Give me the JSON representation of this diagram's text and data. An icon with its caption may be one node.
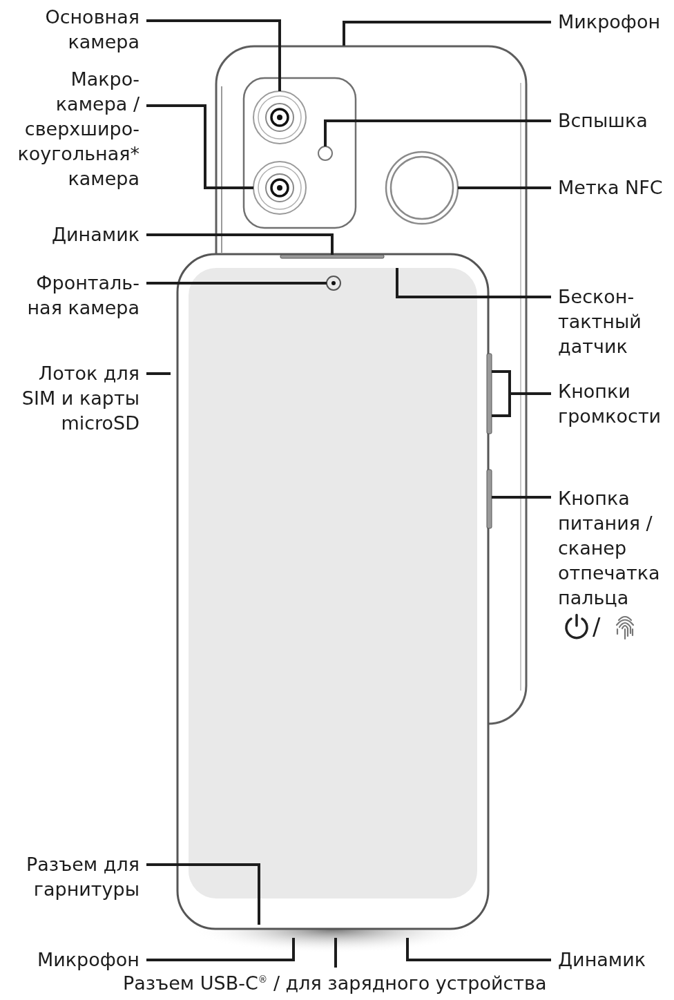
{
  "diagram": {
    "nodes": [
      {
        "text": [
          "Основная камера"
        ]
      },
      {
        "text": [
          "Микрофон"
        ]
      },
      {
        "text": [
          "Макро- камера / сверхширо- коугольная* камера"
        ]
      },
      {
        "text": [
          "Вспышка"
        ]
      },
      {
        "text": [
          "Метка NFC"
        ]
      },
      {
        "text": [
          "Динамик"
        ]
      },
      {
        "text": [
          "Фронталь- ная камера"
        ]
      },
      {
        "text": [
          "Бескон- тактный датчик"
        ]
      },
      {
        "text": [
          "Лоток для SIM и карты microSD"
        ]
      },
      {
        "text": [
          "Кнопки громкости"
        ]
      },
      {
        "text": [
          "Кнопка питания / сканер отпечатка пальца",
          "/"
        ]
      },
      {
        "text": [
          "Разъем для гарнитуры"
        ]
      },
      {
        "text": [
          "Микрофон"
        ]
      },
      {
        "text": [
          "Динамик"
        ]
      },
      {
        "text": [
          "Разъем USB-C$^{®}$ / для зарядного устройства"
        ]
      },
      {
        "text": [],
        "shape": "circle"
      },
      {
        "text": [],
        "shape": "circle"
      },
      {
        "text": [],
        "shape": "circle"
      },
      {
        "text": [],
        "shape": "circle"
      },
      {
        "text": [],
        "shape": "bar"
      },
      {
        "text": [],
        "shape": "circle"
      },
      {
        "text": [],
        "shape": "bar"
      },
      {
        "text": [],
        "shape": "bar"
      }
    ],
    "edges": [
      {
        "from": 0,
        "to": 15,
        "arrow": "none"
      },
      {
        "from": 1,
        "to": null,
        "arrow": "none"
      },
      {
        "from": 2,
        "to": 16,
        "arrow": "none"
      },
      {
        "from": 3,
        "to": 17,
        "arrow": "none"
      },
      {
        "from": 4,
        "to": 18,
        "arrow": "none"
      },
      {
        "from": 5,
        "to": 19,
        "arrow": "none"
      },
      {
        "from": 6,
        "to": 20,
        "arrow": "none"
      },
      {
        "from": 7,
        "to": null,
        "arrow": "none"
      },
      {
        "from": 8,
        "to": null,
        "arrow": "none"
      },
      {
        "from": 9,
        "to": 21,
        "arrow": "none"
      },
      {
        "from": 10,
        "to": 22,
        "arrow": "none"
      },
      {
        "from": 11,
        "to": null,
        "arrow": "none"
      },
      {
        "from": 12,
        "to": null,
        "arrow": "none"
      },
      {
        "from": 13,
        "to": null,
        "arrow": "none"
      },
      {
        "from": 14,
        "to": null,
        "arrow": "none"
      }
    ]
  }
}
